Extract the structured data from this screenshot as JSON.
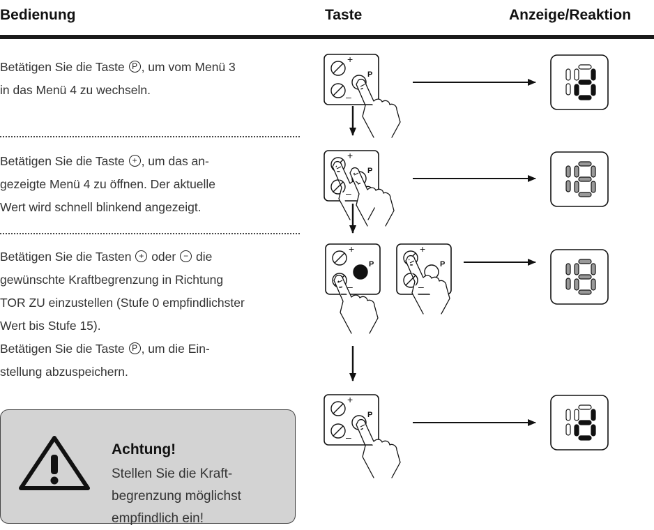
{
  "headers": {
    "operation": "Bedienung",
    "key": "Taste",
    "display": "Anzeige/Reaktion"
  },
  "steps": [
    {
      "line1_pre": "Betätigen Sie die Taste",
      "key": "P",
      "line1_post": ", um vom Menü 3",
      "line2": "in das Menü 4 zu wechseln."
    },
    {
      "line1_pre": "Betätigen Sie die Taste",
      "key": "+",
      "line1_post": ", um das an-",
      "line2": "gezeigte Menü 4 zu öffnen. Der aktuelle",
      "line3": "Wert wird schnell blinkend angezeigt."
    },
    {
      "line1_pre": "Betätigen Sie die Tasten",
      "key_a": "+",
      "mid": "oder",
      "key_b": "−",
      "line1_post": "die",
      "line2": "gewünschte Kraftbegrenzung in Richtung",
      "line3": "TOR ZU einzustellen (Stufe 0 empfindlichster",
      "line4": "Wert bis Stufe 15).",
      "line5_pre": "Betätigen Sie die Taste",
      "key_c": "P",
      "line5_post": ", um die Ein-",
      "line6": "stellung abzuspeichern."
    }
  ],
  "warning": {
    "title": "Achtung!",
    "line1": "Stellen Sie die Kraft-",
    "line2": "begrenzung möglichst",
    "line3": "empfindlich ein!"
  },
  "diagram": {
    "panel_key_label": "P",
    "plus_label": "+",
    "minus_label": "–"
  }
}
